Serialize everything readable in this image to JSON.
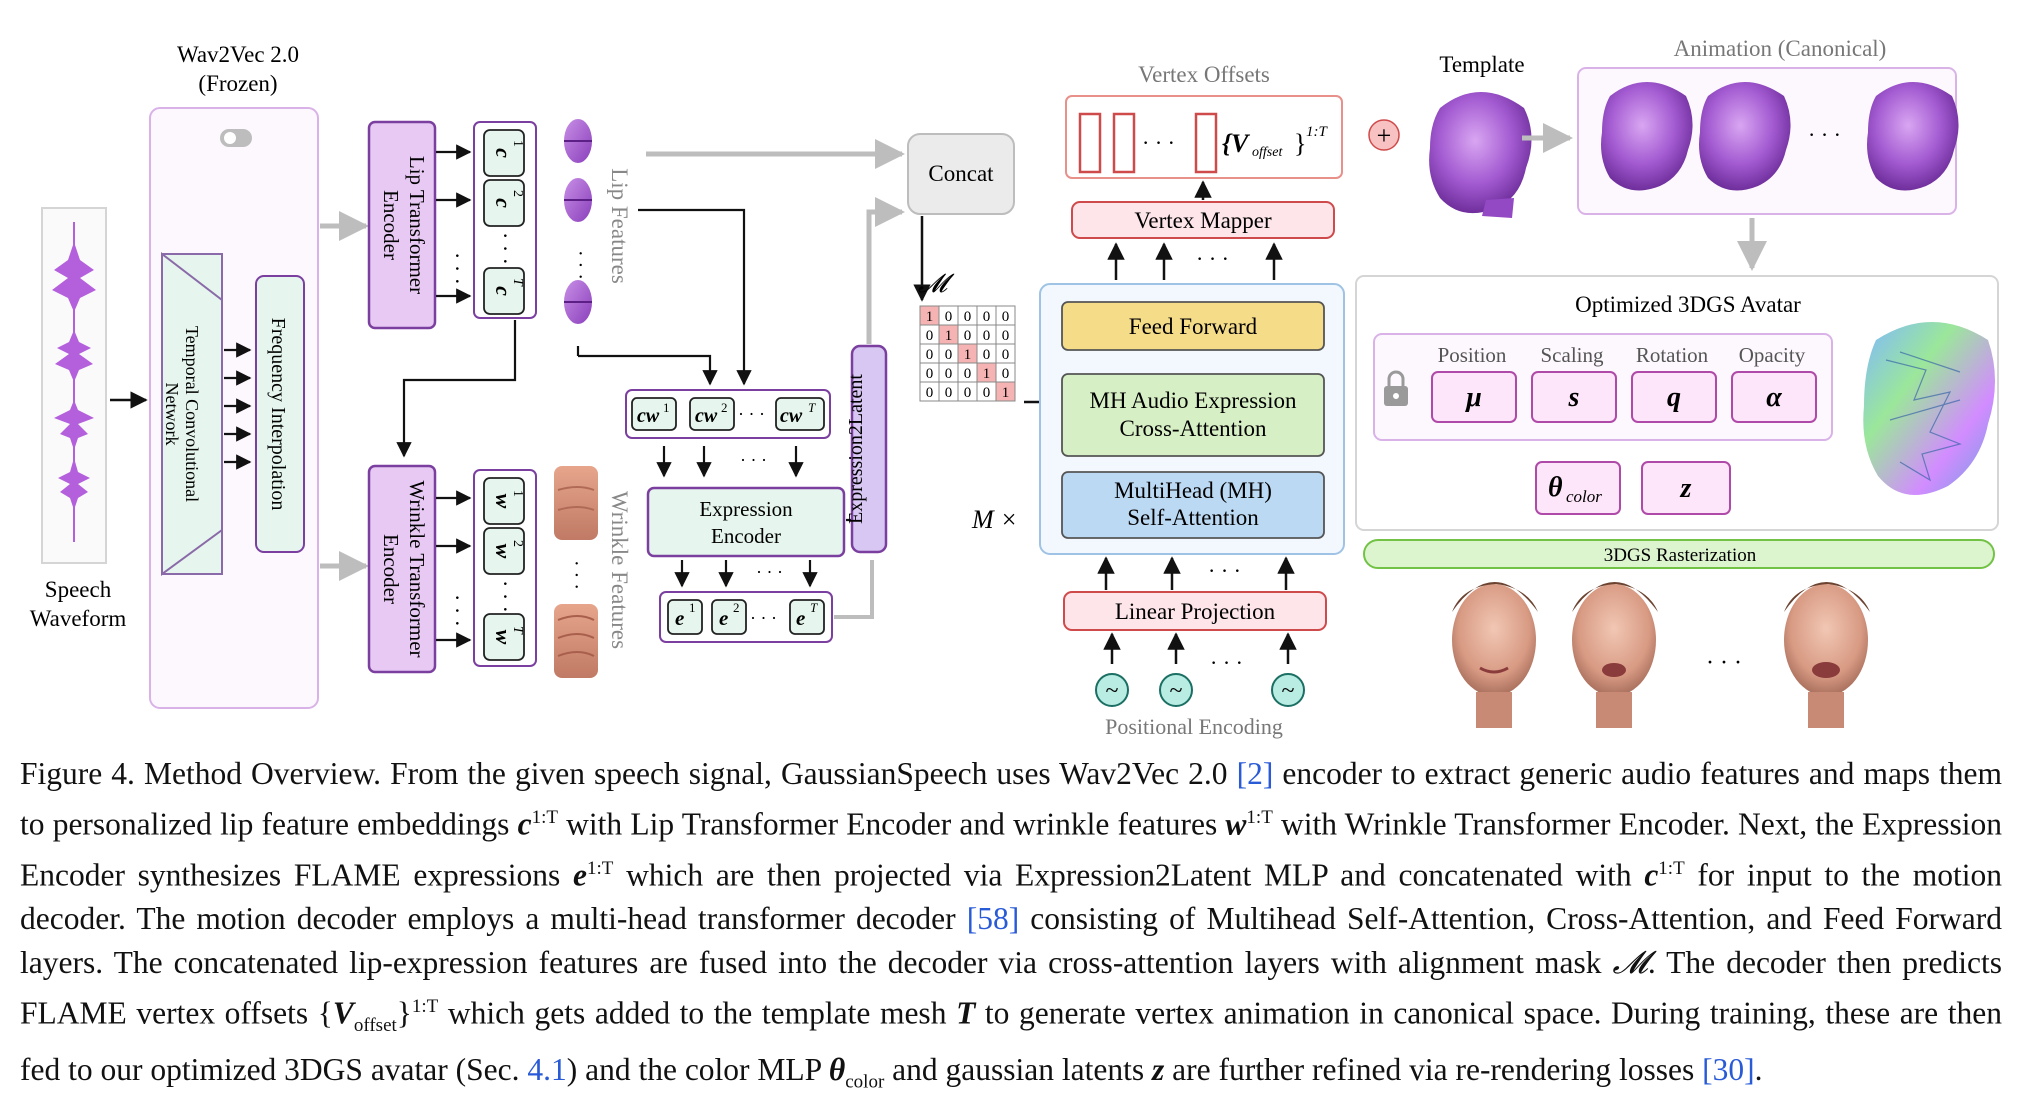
{
  "figure": {
    "wav2vec": {
      "title_line1": "Wav2Vec 2.0",
      "title_line2": "(Frozen)"
    },
    "tcn_label_line1": "Temporal Convolutional",
    "tcn_label_line2": "Network",
    "freq_interp_label": "Frequency Interpolation",
    "speech_line1": "Speech",
    "speech_line2": "Waveform",
    "lip_encoder_line1": "Lip Transformer",
    "lip_encoder_line2": "Encoder",
    "wrinkle_encoder_line1": "Wrinkle Transformer",
    "wrinkle_encoder_line2": "Encoder",
    "lip_features_label": "Lip Features",
    "wrinkle_features_label": "Wrinkle Features",
    "tokens": {
      "c1": "c",
      "c2": "c",
      "cT": "c",
      "sup1": "1",
      "sup2": "2",
      "supT": "T",
      "w1": "w",
      "w2": "w",
      "wT": "w",
      "cw1": "cw",
      "cw2": "cw",
      "cwT": "cw",
      "e1": "e",
      "e2": "e",
      "eT": "e",
      "dots": "· · ·"
    },
    "expression_encoder_line1": "Expression",
    "expression_encoder_line2": "Encoder",
    "expression2latent": "Expression2Latent",
    "concat": "Concat",
    "mask_symbol": "𝓜",
    "mask_matrix": [
      [
        "1",
        "0",
        "0",
        "0",
        "0"
      ],
      [
        "0",
        "1",
        "0",
        "0",
        "0"
      ],
      [
        "0",
        "0",
        "1",
        "0",
        "0"
      ],
      [
        "0",
        "0",
        "0",
        "1",
        "0"
      ],
      [
        "0",
        "0",
        "0",
        "0",
        "1"
      ]
    ],
    "m_times": "M ×",
    "vertex_offsets_title": "Vertex Offsets",
    "v_offset_label": "{V",
    "v_offset_sub": "offset",
    "v_offset_close": "}",
    "v_offset_sup": "1:T",
    "vertex_mapper": "Vertex Mapper",
    "feed_forward": "Feed Forward",
    "mh_cross_line1": "MH Audio Expression",
    "mh_cross_line2": "Cross-Attention",
    "mh_self_line1": "MultiHead (MH)",
    "mh_self_line2": "Self-Attention",
    "linear_projection": "Linear Projection",
    "positional_encoding": "Positional Encoding",
    "tilde": "~",
    "plus": "+",
    "template_label": "Template",
    "animation_label": "Animation (Canonical)",
    "avatar_title": "Optimized 3DGS Avatar",
    "attributes": [
      {
        "name": "Position",
        "symbol": "μ"
      },
      {
        "name": "Scaling",
        "symbol": "s"
      },
      {
        "name": "Rotation",
        "symbol": "q"
      },
      {
        "name": "Opacity",
        "symbol": "α"
      }
    ],
    "theta_color": "θ",
    "theta_sub": "color",
    "z_symbol": "z",
    "rasterization": "3DGS Rasterization",
    "colors": {
      "lip_purple": "#e7c9f3",
      "lip_border": "#7b3fa0",
      "mint": "#e6f6ee",
      "mint_border": "#6a4c8c",
      "feed_forward": "#f5dc88",
      "cross_attn": "#d7efc4",
      "self_attn": "#bcd9f3",
      "pink": "#fde5ea",
      "pink_border": "#cf4a4a",
      "face_purple": "#a35ad1",
      "raster": "#dcf5cf"
    }
  },
  "caption": {
    "p1": "Figure 4.  Method Overview.  From the given speech signal, GaussianSpeech uses Wav2Vec 2.0 ",
    "ref2": "[2]",
    "p2": " encoder to extract generic audio features and maps them to personalized lip feature embeddings ",
    "c_sym": "c",
    "sup_1T": "1:T",
    "p3": " with Lip Transformer Encoder and wrinkle features ",
    "w_sym": "w",
    "p4": " with Wrinkle Transformer Encoder. Next, the Expression Encoder synthesizes FLAME expressions ",
    "e_sym": "e",
    "p5": " which are then projected via Expression2Latent MLP and concatenated with ",
    "p6": " for input to the motion decoder.  The motion decoder employs a multi-head transformer decoder ",
    "ref58": "[58]",
    "p7": " consisting of Multihead Self-Attention, Cross-Attention, and Feed Forward layers. The concatenated lip-expression features are fused into the decoder via cross-attention layers with alignment mask ",
    "mask_sym": "𝓜",
    "p8": ". The decoder then predicts FLAME vertex offsets ",
    "v_open": "{",
    "v_sym": "V",
    "v_sub": "offset",
    "v_close": "}",
    "p9": " which gets added to the template mesh ",
    "t_sym": "T",
    "p10": " to generate vertex animation in canonical space. During training, these are then fed to our optimized 3DGS avatar (Sec. ",
    "ref41": "4.1",
    "p11": ") and the color MLP ",
    "theta_sym": "θ",
    "theta_sub": "color",
    "p12": " and gaussian latents ",
    "z_sym": "z",
    "p13": " are further refined via re-rendering losses  ",
    "ref30": "[30]",
    "p14": "."
  }
}
